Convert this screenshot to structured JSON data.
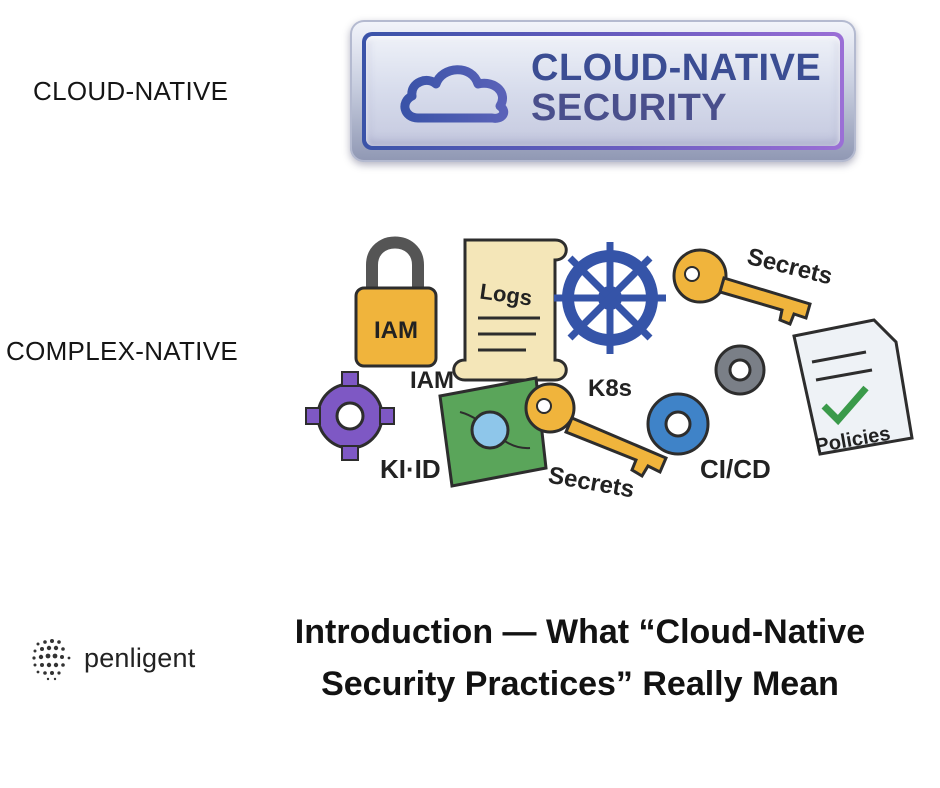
{
  "labels": {
    "cloud_native": "CLOUD-NATIVE",
    "complex_native": "COMPLEX-NATIVE"
  },
  "badge": {
    "line1": "CLOUD-NATIVE",
    "line2": "SECURITY",
    "icon": "cloud-icon",
    "colors": {
      "text": "#3b4d93",
      "frame_start": "#3a53a8",
      "frame_end": "#9b6fd6"
    }
  },
  "illustration": {
    "padlock_label": "IAM",
    "scroll_label": "Logs",
    "helm_label": "K8s",
    "key_top_label": "Secrets",
    "iam_label": "IAM",
    "kmid_label": "KI·ID",
    "key_bottom_label": "Secrets",
    "cicd_label": "CI/CD",
    "policies_label": "Policies",
    "icons": [
      "padlock-icon",
      "scroll-icon",
      "helm-wheel-icon",
      "key-icon",
      "gear-icon",
      "map-icon",
      "document-check-icon"
    ]
  },
  "footer": {
    "brand_name": "penligent",
    "headline_line1": "Introduction — What “Cloud-Native",
    "headline_line2": "Security Practices” Really Mean"
  }
}
